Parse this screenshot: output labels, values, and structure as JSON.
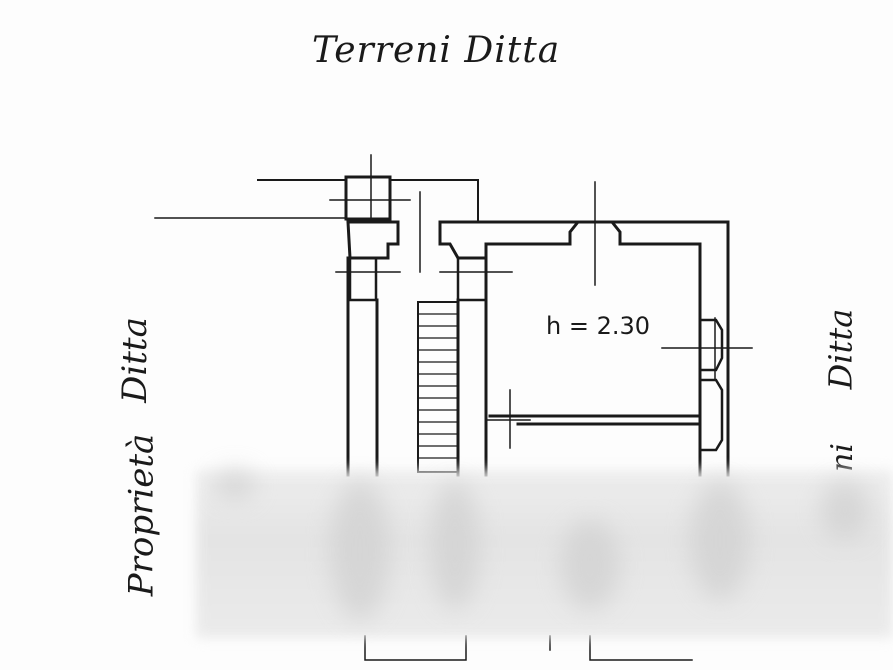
{
  "labels": {
    "top": "Terreni  Ditta",
    "left_upper": "Ditta",
    "left_lower": "Proprietà",
    "right_upper": "Ditta",
    "right_lower": "ni",
    "room_height": "h = 2.30"
  },
  "colors": {
    "ink": "#1a1a1a",
    "paper": "#fdfdfd",
    "redaction": "#e3e3e3"
  }
}
